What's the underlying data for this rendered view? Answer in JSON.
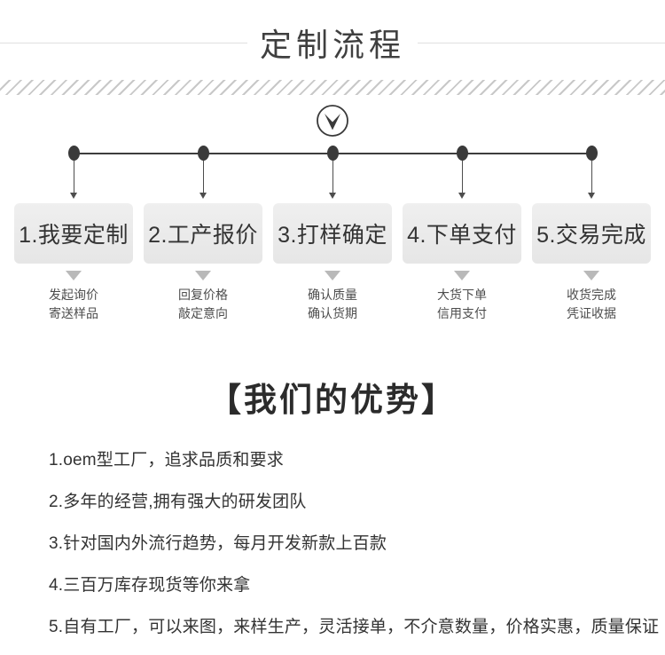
{
  "header": {
    "title": "定制流程"
  },
  "flow": {
    "steps": [
      {
        "label": "1.我要定制",
        "notes": [
          "发起询价",
          "寄送样品"
        ]
      },
      {
        "label": "2.工产报价",
        "notes": [
          "回复价格",
          "敲定意向"
        ]
      },
      {
        "label": "3.打样确定",
        "notes": [
          "确认质量",
          "确认货期"
        ]
      },
      {
        "label": "4.下单支付",
        "notes": [
          "大货下单",
          "信用支付"
        ]
      },
      {
        "label": "5.交易完成",
        "notes": [
          "收货完成",
          "凭证收据"
        ]
      }
    ]
  },
  "advantages": {
    "title": "【我们的优势】",
    "items": [
      "1.oem型工厂，追求品质和要求",
      "2.多年的经营,拥有强大的研发团队",
      "3.针对国内外流行趋势，每月开发新款上百款",
      "4.三百万库存现货等你来拿",
      "5.自有工厂，可以来图，来样生产，灵活接单，不介意数量，价格实惠，质量保证"
    ]
  },
  "icons": {
    "start": "circle-arrow-down-icon",
    "step_pointer": "triangle-down-icon"
  },
  "colors": {
    "ink": "#3a3a3a",
    "box_bg": "#e9e9e9",
    "divider": "#e0e0e0",
    "stripe": "#c8c8c8",
    "note_text": "#4d4d4d"
  }
}
